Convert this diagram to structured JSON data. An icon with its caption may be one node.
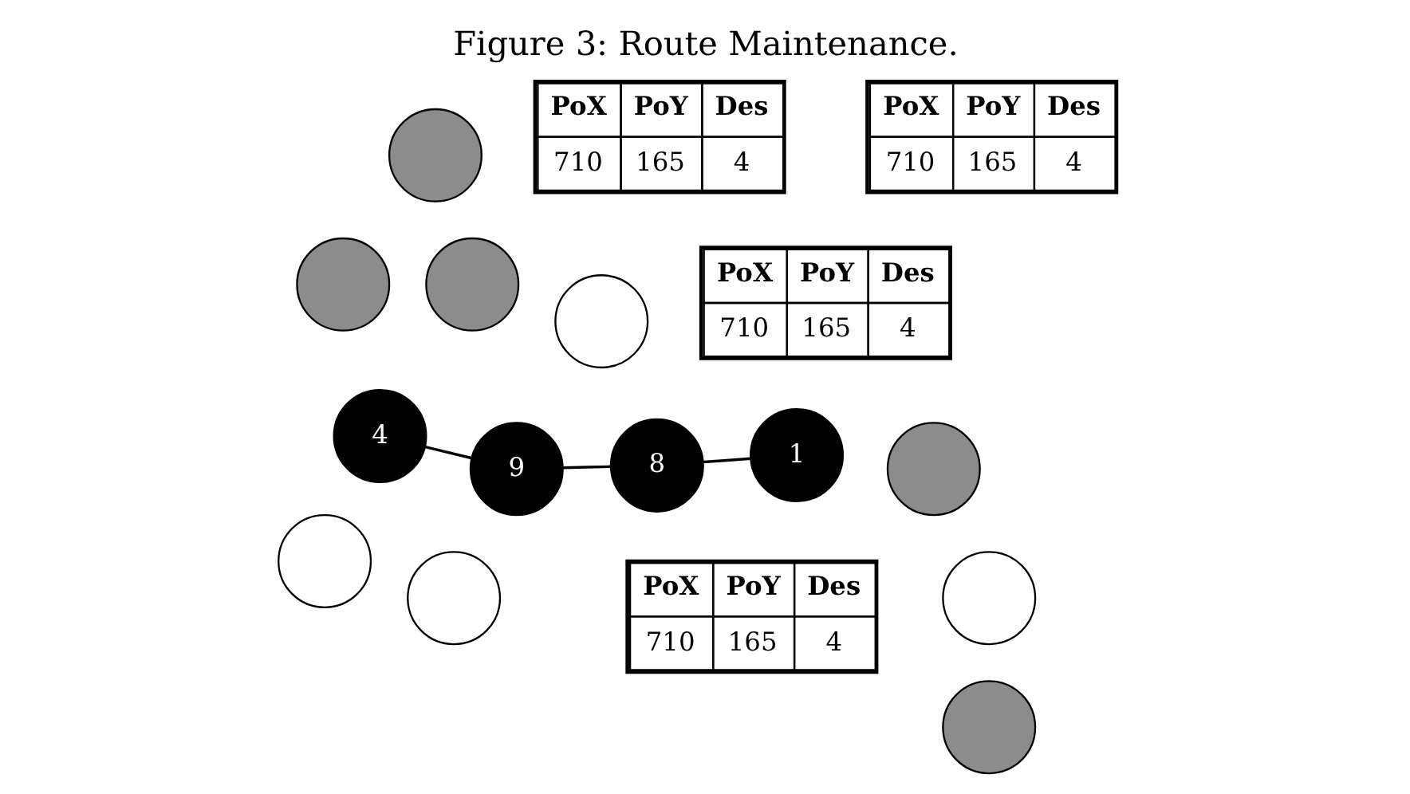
{
  "diagram": {
    "title": "Figure 3: Route Maintenance.",
    "nodes": [
      {
        "text": [],
        "shape": "circle"
      },
      {
        "text": [],
        "shape": "circle"
      },
      {
        "text": [],
        "shape": "circle"
      },
      {
        "text": [
          "PoX",
          "PoY",
          "Des",
          "710",
          "165",
          "4"
        ]
      },
      {
        "text": [],
        "shape": "circle"
      },
      {
        "text": [
          "PoX",
          "PoY",
          "Des",
          "710",
          "165",
          "4"
        ]
      },
      {
        "text": [],
        "shape": "circle"
      },
      {
        "text": [
          "8"
        ]
      },
      {
        "text": [
          "1"
        ]
      },
      {
        "text": [
          "9"
        ]
      },
      {
        "text": [
          "4"
        ]
      },
      {
        "text": [
          "PoX",
          "PoY",
          "Des",
          "710",
          "165",
          "4"
        ]
      },
      {
        "text": [
          "PoX",
          "PoY",
          "Des",
          "710",
          "165",
          "4"
        ]
      },
      {
        "text": [],
        "shape": "circle"
      },
      {
        "text": [],
        "shape": "circle"
      },
      {
        "text": [],
        "shape": "circle"
      },
      {
        "text": [],
        "shape": "circle"
      }
    ],
    "edges": [
      {
        "from": 8,
        "to": 7,
        "arrow": "none"
      },
      {
        "from": 7,
        "to": 9,
        "arrow": "none"
      },
      {
        "from": 9,
        "to": 10,
        "arrow": "none"
      }
    ]
  }
}
